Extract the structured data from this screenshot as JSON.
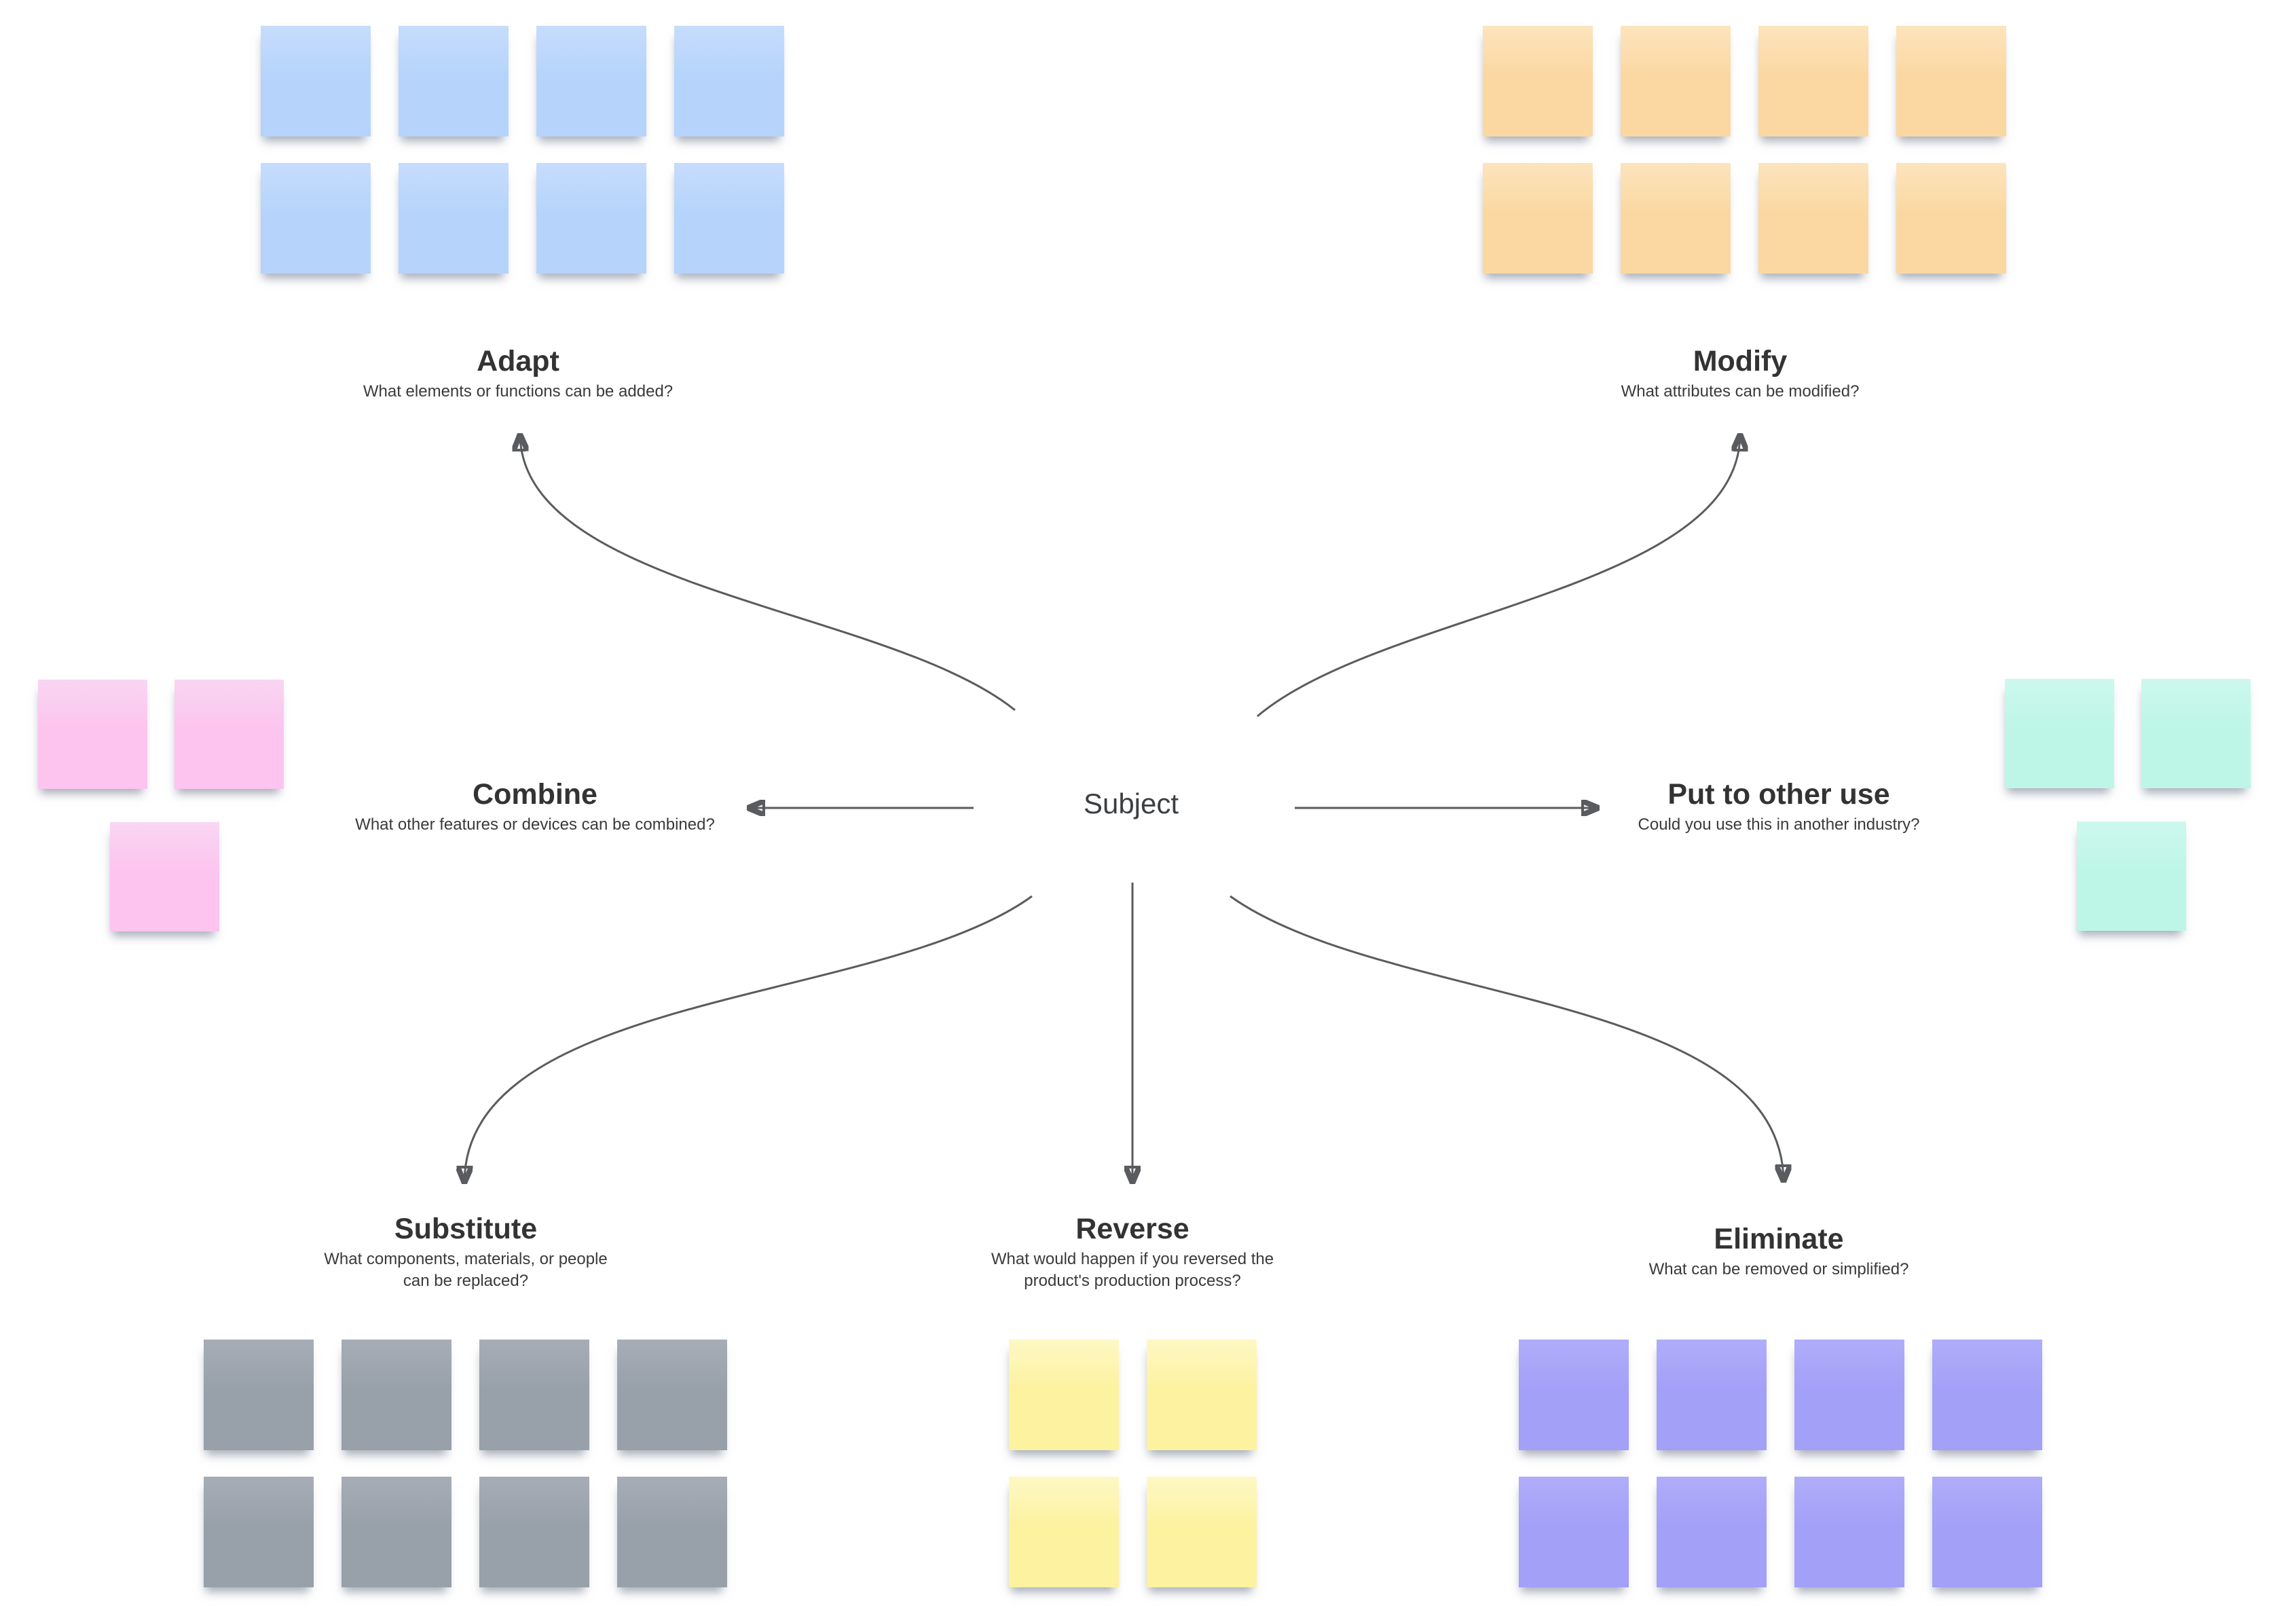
{
  "subject": {
    "label": "Subject"
  },
  "arrow_color": "#595b5e",
  "text_color": "#333333",
  "sections": {
    "adapt": {
      "title": "Adapt",
      "description": "What elements or functions can be added?"
    },
    "modify": {
      "title": "Modify",
      "description": "What attributes can be modified?"
    },
    "combine": {
      "title": "Combine",
      "description": "What other features or devices can be combined?"
    },
    "put": {
      "title": "Put to other use",
      "description": "Could you use this in another industry?"
    },
    "substitute": {
      "title": "Substitute",
      "description": "What components, materials, or people can be replaced?"
    },
    "reverse": {
      "title": "Reverse",
      "description": "What would happen if you reversed the product's production process?"
    },
    "eliminate": {
      "title": "Eliminate",
      "description": "What can be removed or simplified?"
    }
  },
  "note_groups": {
    "adapt": {
      "color_name": "blue",
      "count": 8,
      "gradient_top": "#c6dcfc",
      "color": "#b6d4fb"
    },
    "modify": {
      "color_name": "orange",
      "count": 8,
      "gradient_top": "#fce4bd",
      "color": "#fbd8a2"
    },
    "combine": {
      "color_name": "pink",
      "count": 3,
      "gradient_top": "#f9d6f2",
      "color": "#fcc4ee"
    },
    "put": {
      "color_name": "mint",
      "count": 3,
      "gradient_top": "#cdf8ed",
      "color": "#bdf6e7"
    },
    "substitute": {
      "color_name": "gray",
      "count": 8,
      "gradient_top": "#a6adb6",
      "color": "#98a0aa"
    },
    "reverse": {
      "color_name": "yellow",
      "count": 4,
      "gradient_top": "#fdf8c4",
      "color": "#fdf2a0"
    },
    "eliminate": {
      "color_name": "purple",
      "count": 8,
      "gradient_top": "#b0adfa",
      "color": "#a3a0f8"
    }
  }
}
